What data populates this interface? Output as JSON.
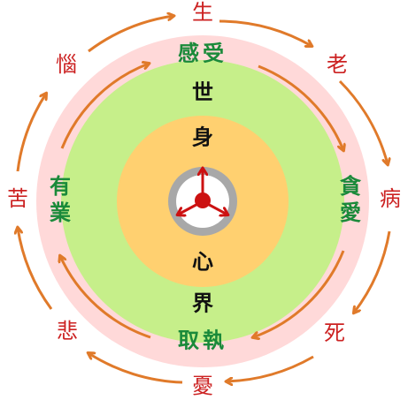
{
  "cycle": {
    "top": "生",
    "upper_right": "老",
    "right": "病",
    "lower_right": "死",
    "bottom": "憂",
    "lower_left": "悲",
    "left": "苦",
    "upper_left": "惱"
  },
  "pink_ring": {
    "top": "感受",
    "right": "貪愛",
    "bottom": "取執",
    "left": "有業"
  },
  "green_ring": {
    "top": "世",
    "bottom": "界"
  },
  "yellow_core": {
    "top": "身",
    "bottom": "心"
  },
  "colors": {
    "cycle_text": "#cc2222",
    "cycle_arrows": "#e07a2a",
    "pink_ring": "#ffd9d9",
    "pink_text": "#1a8a3a",
    "green_ring": "#c6ef8a",
    "green_text": "#111111",
    "yellow_core": "#ffd070",
    "core_ring": "#a8a8a8",
    "center_dot": "#cc1111"
  }
}
